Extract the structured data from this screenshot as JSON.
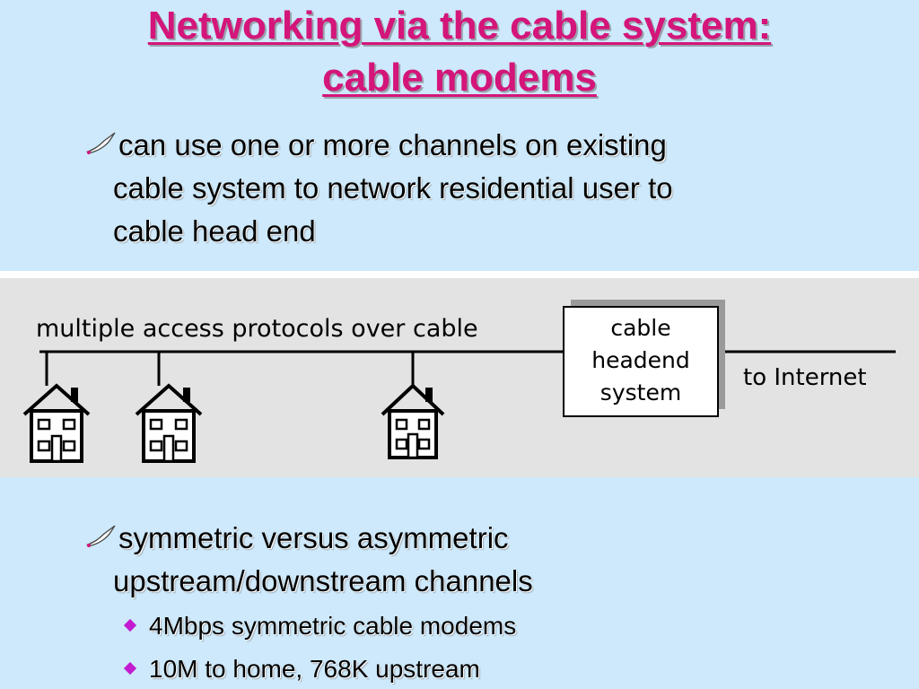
{
  "title": {
    "line1": "Networking via the cable system:",
    "line2": "cable modems"
  },
  "bullets": [
    {
      "icon": "quill-pen-icon",
      "lines": [
        "can use one or more channels on existing",
        "cable system to network residential user to",
        "cable head end"
      ]
    },
    {
      "icon": "quill-pen-icon",
      "lines": [
        "symmetric versus asymmetric",
        "upstream/downstream channels"
      ],
      "subitems": [
        "4Mbps symmetric cable modems",
        "10M to home, 768K upstream"
      ]
    }
  ],
  "diagram": {
    "label": "multiple access protocols over cable",
    "headend_lines": [
      "cable",
      "headend",
      "system"
    ],
    "internet_label": "to Internet"
  },
  "colors": {
    "background": "#cde9fb",
    "title": "#d4157a",
    "sub_bullet": "#c21bd0"
  }
}
